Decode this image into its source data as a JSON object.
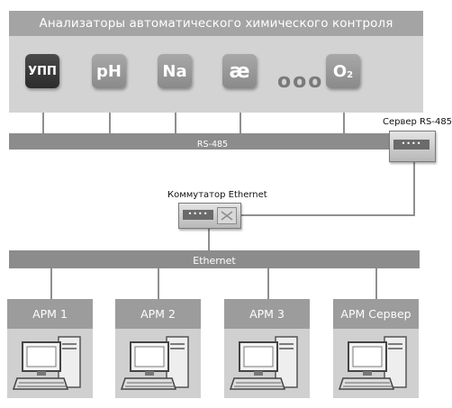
{
  "analyzers": {
    "title": "Анализаторы автоматического химического контроля",
    "tiles": [
      {
        "label": "УПП",
        "dark": true
      },
      {
        "label": "pH",
        "dark": false
      },
      {
        "label": "Na",
        "dark": false
      },
      {
        "label": "æ",
        "dark": false
      },
      {
        "label": "O",
        "sub": "2",
        "dark": false
      }
    ],
    "ellipsis": "ooo"
  },
  "rs485_bus": {
    "label": "RS-485"
  },
  "rs485_server": {
    "label": "Сервер RS-485",
    "lights": "••••"
  },
  "switch": {
    "label": "Коммутатор Ethernet",
    "lights": "••••"
  },
  "ethernet_bus": {
    "label": "Ethernet"
  },
  "workstations": [
    {
      "label": "АРМ 1"
    },
    {
      "label": "АРМ 2"
    },
    {
      "label": "АРМ 3"
    },
    {
      "label": "АРМ Сервер"
    }
  ],
  "colors": {
    "panel": "#d3d3d3",
    "header": "#a4a4a4",
    "bus": "#8c8c8c",
    "tile_dark": "#2c2c2c",
    "tile_light": "#9a9a9a"
  }
}
